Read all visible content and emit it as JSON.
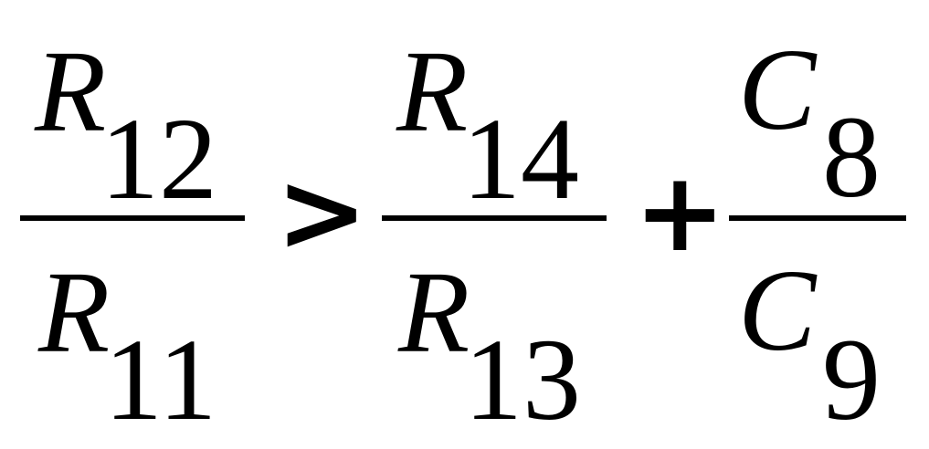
{
  "formula": {
    "frac1": {
      "numerator": {
        "var": "R",
        "sub": "12"
      },
      "denominator": {
        "var": "R",
        "sub": "11"
      }
    },
    "op1": ">",
    "frac2": {
      "numerator": {
        "var": "R",
        "sub": "14"
      },
      "denominator": {
        "var": "R",
        "sub": "13"
      }
    },
    "op2": "+",
    "frac3": {
      "numerator": {
        "var": "C",
        "sub": "8"
      },
      "denominator": {
        "var": "C",
        "sub": "9"
      }
    }
  }
}
